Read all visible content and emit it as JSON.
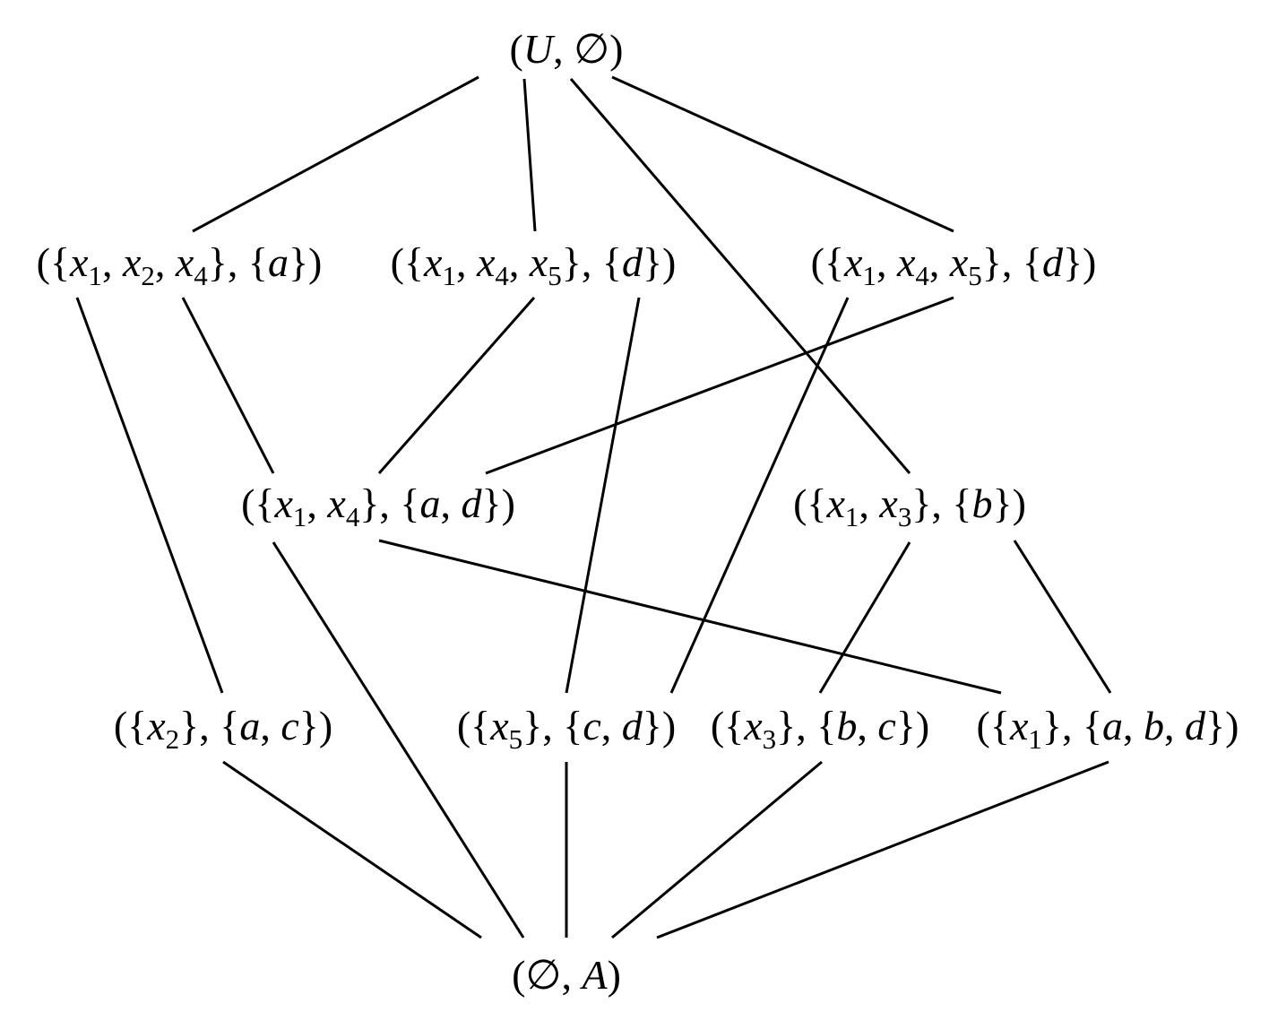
{
  "nodes": [
    {
      "id": "top",
      "parts": [
        [
          "(",
          ""
        ],
        [
          "U",
          "var"
        ],
        [
          ", ∅)",
          ""
        ]
      ]
    },
    {
      "id": "n1",
      "parts": [
        [
          "({",
          ""
        ],
        [
          "x",
          "var"
        ],
        [
          "1",
          "sub"
        ],
        [
          ", ",
          ""
        ],
        [
          "x",
          "var"
        ],
        [
          "2",
          "sub"
        ],
        [
          ", ",
          ""
        ],
        [
          "x",
          "var"
        ],
        [
          "4",
          "sub"
        ],
        [
          "}, {",
          ""
        ],
        [
          "a",
          "var"
        ],
        [
          "})",
          ""
        ]
      ]
    },
    {
      "id": "n2",
      "parts": [
        [
          "({",
          ""
        ],
        [
          "x",
          "var"
        ],
        [
          "1",
          "sub"
        ],
        [
          ", ",
          ""
        ],
        [
          "x",
          "var"
        ],
        [
          "4",
          "sub"
        ],
        [
          ", ",
          ""
        ],
        [
          "x",
          "var"
        ],
        [
          "5",
          "sub"
        ],
        [
          "}, {",
          ""
        ],
        [
          "d",
          "var"
        ],
        [
          "})",
          ""
        ]
      ]
    },
    {
      "id": "n3",
      "parts": [
        [
          "({",
          ""
        ],
        [
          "x",
          "var"
        ],
        [
          "1",
          "sub"
        ],
        [
          ", ",
          ""
        ],
        [
          "x",
          "var"
        ],
        [
          "4",
          "sub"
        ],
        [
          ", ",
          ""
        ],
        [
          "x",
          "var"
        ],
        [
          "5",
          "sub"
        ],
        [
          "}, {",
          ""
        ],
        [
          "d",
          "var"
        ],
        [
          "})",
          ""
        ]
      ]
    },
    {
      "id": "m1",
      "parts": [
        [
          "({",
          ""
        ],
        [
          "x",
          "var"
        ],
        [
          "1",
          "sub"
        ],
        [
          ", ",
          ""
        ],
        [
          "x",
          "var"
        ],
        [
          "4",
          "sub"
        ],
        [
          "}, {",
          ""
        ],
        [
          "a",
          "var"
        ],
        [
          ", ",
          ""
        ],
        [
          "d",
          "var"
        ],
        [
          "})",
          ""
        ]
      ]
    },
    {
      "id": "m2",
      "parts": [
        [
          "({",
          ""
        ],
        [
          "x",
          "var"
        ],
        [
          "1",
          "sub"
        ],
        [
          ", ",
          ""
        ],
        [
          "x",
          "var"
        ],
        [
          "3",
          "sub"
        ],
        [
          "}, {",
          ""
        ],
        [
          "b",
          "var"
        ],
        [
          "})",
          ""
        ]
      ]
    },
    {
      "id": "b1",
      "parts": [
        [
          "({",
          ""
        ],
        [
          "x",
          "var"
        ],
        [
          "2",
          "sub"
        ],
        [
          "}, {",
          ""
        ],
        [
          "a",
          "var"
        ],
        [
          ", ",
          ""
        ],
        [
          "c",
          "var"
        ],
        [
          "})",
          ""
        ]
      ]
    },
    {
      "id": "b2",
      "parts": [
        [
          "({",
          ""
        ],
        [
          "x",
          "var"
        ],
        [
          "5",
          "sub"
        ],
        [
          "}, {",
          ""
        ],
        [
          "c",
          "var"
        ],
        [
          ", ",
          ""
        ],
        [
          "d",
          "var"
        ],
        [
          "})",
          ""
        ]
      ]
    },
    {
      "id": "b3",
      "parts": [
        [
          "({",
          ""
        ],
        [
          "x",
          "var"
        ],
        [
          "3",
          "sub"
        ],
        [
          "}, {",
          ""
        ],
        [
          "b",
          "var"
        ],
        [
          ", ",
          ""
        ],
        [
          "c",
          "var"
        ],
        [
          "})",
          ""
        ]
      ]
    },
    {
      "id": "b4",
      "parts": [
        [
          "({",
          ""
        ],
        [
          "x",
          "var"
        ],
        [
          "1",
          "sub"
        ],
        [
          "}, {",
          ""
        ],
        [
          "a",
          "var"
        ],
        [
          ", ",
          ""
        ],
        [
          "b",
          "var"
        ],
        [
          ", ",
          ""
        ],
        [
          "d",
          "var"
        ],
        [
          "})",
          ""
        ]
      ]
    },
    {
      "id": "bottom",
      "parts": [
        [
          "(∅, ",
          ""
        ],
        [
          "A",
          "var"
        ],
        [
          ")",
          ""
        ]
      ]
    }
  ],
  "edges": [
    [
      "top",
      "n1"
    ],
    [
      "top",
      "n2"
    ],
    [
      "top",
      "m2"
    ],
    [
      "top",
      "n3"
    ],
    [
      "n1",
      "b1"
    ],
    [
      "n1",
      "m1"
    ],
    [
      "n2",
      "m1"
    ],
    [
      "n2",
      "b2"
    ],
    [
      "n3",
      "b2"
    ],
    [
      "n3",
      "m1"
    ],
    [
      "m1",
      "bottom"
    ],
    [
      "m1",
      "b4"
    ],
    [
      "m2",
      "b3"
    ],
    [
      "m2",
      "b4"
    ],
    [
      "b1",
      "bottom"
    ],
    [
      "b2",
      "bottom"
    ],
    [
      "b3",
      "bottom"
    ],
    [
      "b4",
      "bottom"
    ]
  ]
}
